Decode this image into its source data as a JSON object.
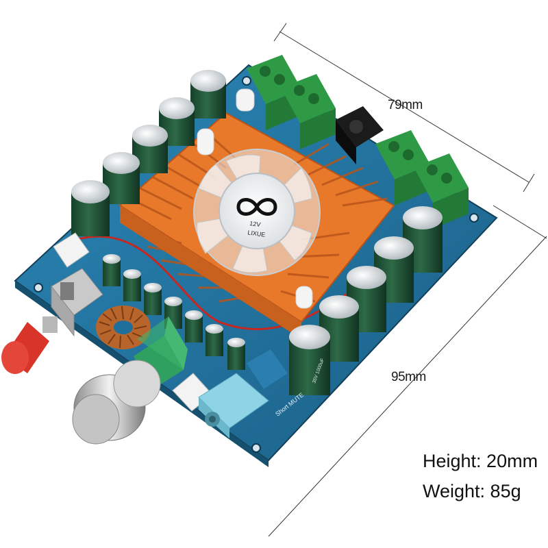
{
  "dimensions": {
    "width_label": "79mm",
    "length_label": "95mm"
  },
  "specs": {
    "height": "Height: 20mm",
    "weight": "Weight: 85g"
  },
  "board": {
    "fan_voltage": "12V",
    "fan_brand": "LIXUE",
    "silkscreen_mute": "Short MUTE",
    "capacitor_marking": "35V 1000uF"
  },
  "colors": {
    "pcb": "#1f6f9a",
    "heatsink": "#e8782a",
    "terminal": "#2f9a45",
    "capacitor": "#1f4f32",
    "knob_cap": "#d8342a",
    "audio_jack": "#8fd3e6"
  }
}
